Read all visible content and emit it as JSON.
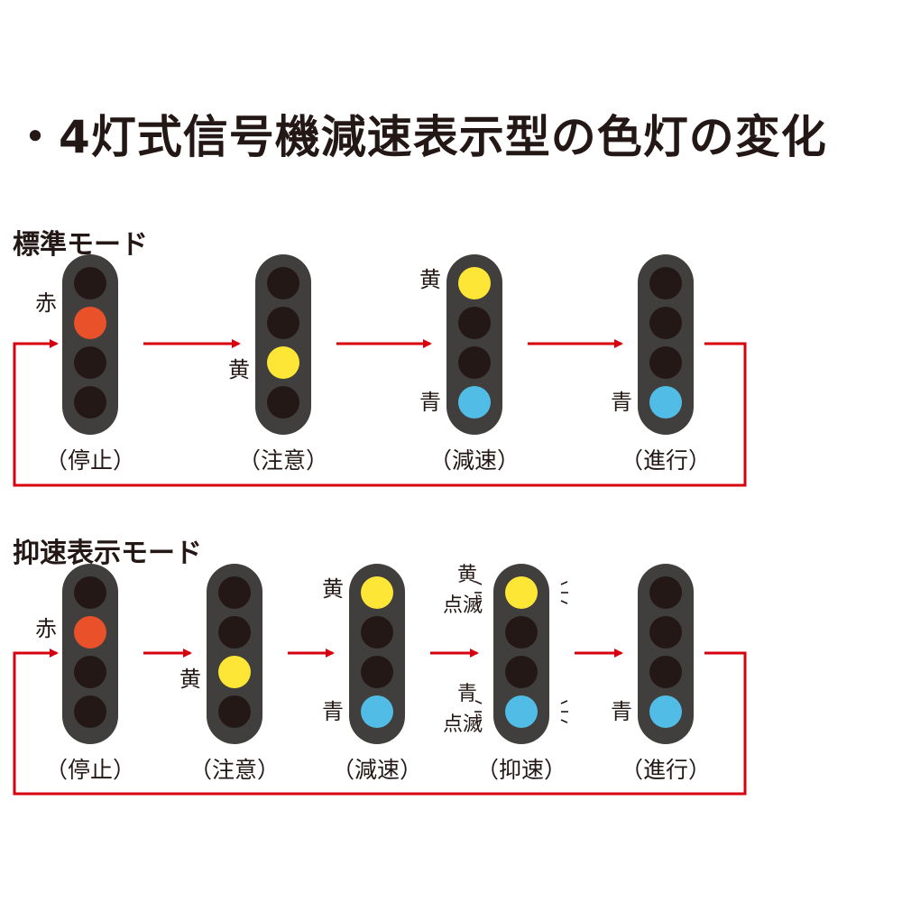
{
  "title": "・4灯式信号機減速表示型の色灯の変化",
  "colors": {
    "red": "#e8512a",
    "yellow": "#fde635",
    "blue": "#51bde6",
    "off": "#231815",
    "housing": "#403f3d",
    "arrow": "#d7000f"
  },
  "modes": [
    {
      "name": "標準モード",
      "states": [
        {
          "label": "（停止）",
          "lamps": [
            "off",
            "red",
            "off",
            "off"
          ],
          "annotations": [
            {
              "lamp": 1,
              "text": "赤"
            }
          ]
        },
        {
          "label": "（注意）",
          "lamps": [
            "off",
            "off",
            "yellow",
            "off"
          ],
          "annotations": [
            {
              "lamp": 2,
              "text": "黄"
            }
          ]
        },
        {
          "label": "（減速）",
          "lamps": [
            "yellow",
            "off",
            "off",
            "blue"
          ],
          "annotations": [
            {
              "lamp": 0,
              "text": "黄"
            },
            {
              "lamp": 3,
              "text": "青"
            }
          ]
        },
        {
          "label": "（進行）",
          "lamps": [
            "off",
            "off",
            "off",
            "blue"
          ],
          "annotations": [
            {
              "lamp": 3,
              "text": "青"
            }
          ]
        }
      ]
    },
    {
      "name": "抑速表示モード",
      "states": [
        {
          "label": "（停止）",
          "lamps": [
            "off",
            "red",
            "off",
            "off"
          ],
          "annotations": [
            {
              "lamp": 1,
              "text": "赤"
            }
          ]
        },
        {
          "label": "（注意）",
          "lamps": [
            "off",
            "off",
            "yellow",
            "off"
          ],
          "annotations": [
            {
              "lamp": 2,
              "text": "黄"
            }
          ]
        },
        {
          "label": "（減速）",
          "lamps": [
            "yellow",
            "off",
            "off",
            "blue"
          ],
          "annotations": [
            {
              "lamp": 0,
              "text": "黄"
            },
            {
              "lamp": 3,
              "text": "青"
            }
          ]
        },
        {
          "label": "（抑速）",
          "lamps": [
            "yellow",
            "off",
            "off",
            "blue"
          ],
          "annotations": [
            {
              "lamp": 0,
              "text": "黄",
              "sub": "点滅"
            },
            {
              "lamp": 3,
              "text": "青",
              "sub": "点滅"
            }
          ],
          "blinking": [
            0,
            3
          ]
        },
        {
          "label": "（進行）",
          "lamps": [
            "off",
            "off",
            "off",
            "blue"
          ],
          "annotations": [
            {
              "lamp": 3,
              "text": "青"
            }
          ]
        }
      ]
    }
  ]
}
